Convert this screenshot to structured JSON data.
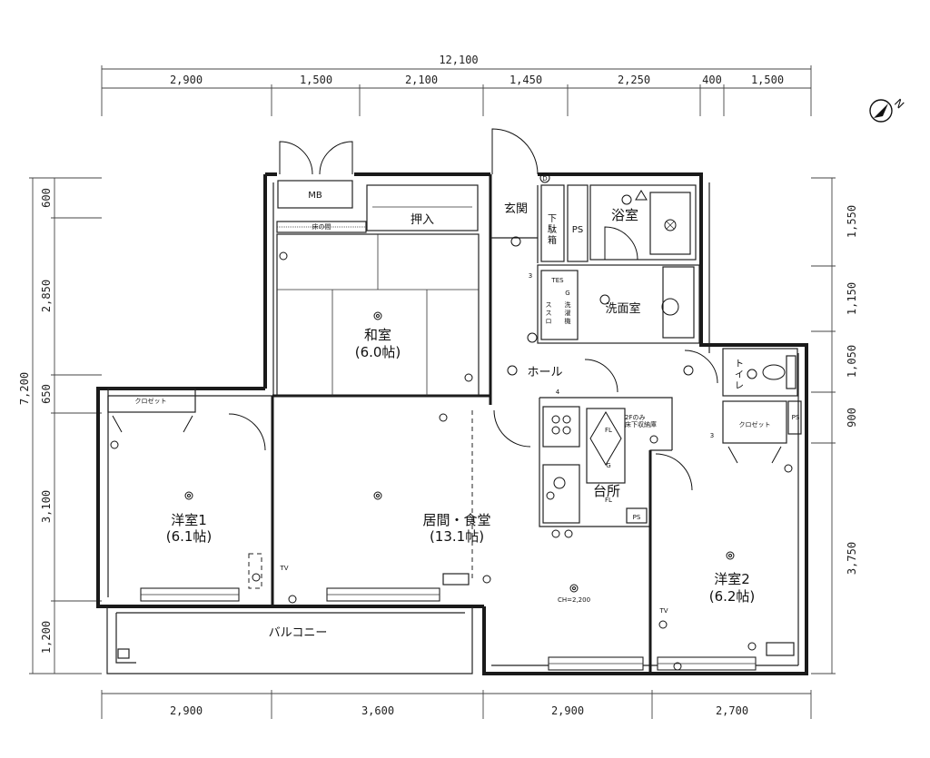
{
  "dimensions": {
    "top_total": "12,100",
    "top": [
      "2,900",
      "1,500",
      "2,100",
      "1,450",
      "2,250",
      "400",
      "1,500"
    ],
    "bottom": [
      "2,900",
      "3,600",
      "2,900",
      "2,700"
    ],
    "left_total": "7,200",
    "left": [
      "600",
      "2,850",
      "650",
      "3,100",
      "1,200"
    ],
    "right": [
      "1,550",
      "1,150",
      "1,050",
      "900",
      "3,750"
    ]
  },
  "rooms": {
    "mb": "MB",
    "oshiire": "押入",
    "tokonoma": "床の間",
    "washitsu_name": "和室",
    "washitsu_size": "(6.0帖)",
    "genkan": "玄関",
    "getabako": [
      "下",
      "駄",
      "箱"
    ],
    "ps1": "PS",
    "yokushitsu": "浴室",
    "senmen": "洗面室",
    "hall": "ホール",
    "toilet": [
      "ト",
      "イ",
      "レ"
    ],
    "closet1": "クロゼット",
    "closet2": "クロゼット",
    "ps2": "PS",
    "ps3": "PS",
    "daidokoro": "台所",
    "underfloor": [
      "2Fのみ",
      "床下収納庫"
    ],
    "yoshitsu1_name": "洋室1",
    "yoshitsu1_size": "(6.1帖)",
    "living_name": "居間・食堂",
    "living_size": "(13.1帖)",
    "yoshitsu2_name": "洋室2",
    "yoshitsu2_size": "(6.2帖)",
    "balcony": "バルコニー",
    "ceiling_height": "CH=2,200"
  },
  "symbols": {
    "tes": "TES",
    "g": "G",
    "washer": [
      "洗",
      "濯",
      "機"
    ],
    "gas": [
      "ス",
      "ス",
      "ロ"
    ],
    "fl": "FL",
    "tv": "TV",
    "d": "D",
    "count3a": "3",
    "count3b": "3",
    "count4": "4"
  },
  "north": {
    "label": "N",
    "icon": "north-arrow-icon"
  }
}
